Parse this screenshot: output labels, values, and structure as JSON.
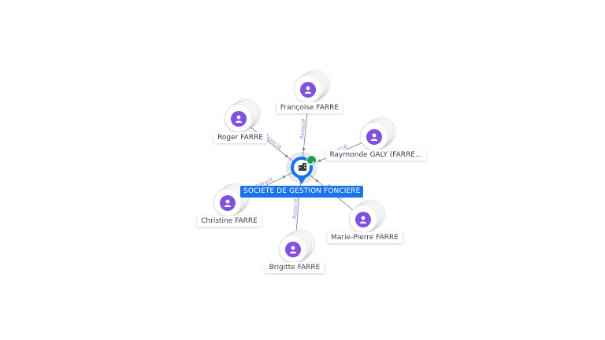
{
  "company": {
    "name": "SOCIETE DE GESTION FONCIERE",
    "icon": "building-icon",
    "status_icon": "check-icon",
    "accent_color": "#1a73e8",
    "status_color": "#1f9d55"
  },
  "people": [
    {
      "name": "Françoise FARRE",
      "role": "Associé"
    },
    {
      "name": "Roger FARRE",
      "role": "Associé"
    },
    {
      "name": "Raymonde GALY (FARRE...",
      "role": "Associé"
    },
    {
      "name": "Christine FARRE",
      "role": "Gérant"
    },
    {
      "name": "Marie-Pierre FARRE",
      "role": "Associé"
    },
    {
      "name": "Brigitte FARRE",
      "role": "Associé"
    }
  ],
  "colors": {
    "avatar": "#8250df",
    "edge": "#7a7a88",
    "edge_label": "#8a8fd9"
  }
}
